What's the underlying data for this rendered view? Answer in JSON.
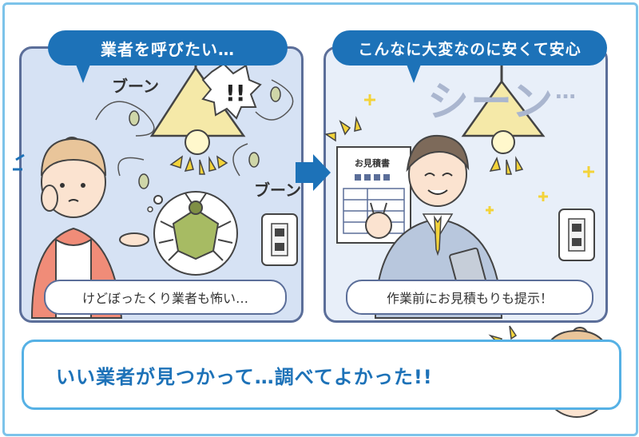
{
  "left_panel": {
    "bubble_text": "業者を呼びたい…",
    "sound_1": "ブーン",
    "sound_2": "ブーン",
    "exclaim": "!!",
    "caption": "けどぼったくり業者も怖い…"
  },
  "right_panel": {
    "bubble_text": "こんなに大変なのに安くて安心",
    "silence": "シーン",
    "silence_dots": "…",
    "estimate_title": "お見積書",
    "caption": "作業前にお見積もりも提示！"
  },
  "bottom": {
    "text": "いい業者が見つかって…調べてよかった!!"
  },
  "colors": {
    "accent_blue": "#1d72b8",
    "frame_blue": "#7cc3ea",
    "panel_border": "#5b6e99",
    "lamp_yellow": "#f5e9a8",
    "burst_yellow": "#f3d33a"
  },
  "icons": [
    "lamp-icon",
    "fly-icon",
    "stink-bug-icon",
    "light-switch-icon",
    "estimate-document-icon",
    "smartphone-icon",
    "arrow-right-icon",
    "sparkle-icon"
  ]
}
